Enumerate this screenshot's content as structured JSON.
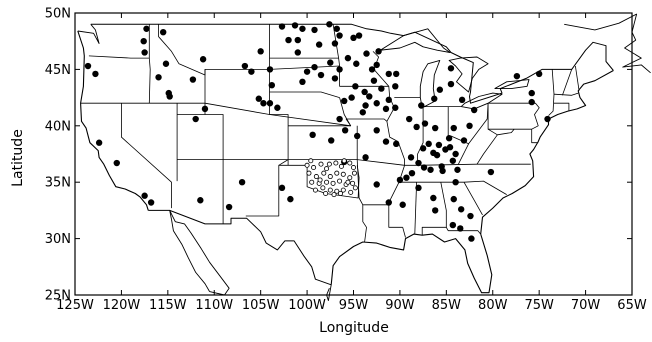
{
  "chart_data": {
    "type": "scatter",
    "xlabel": "Longitude",
    "ylabel": "Latitude",
    "xlim": [
      -125,
      -65
    ],
    "ylim": [
      25,
      50
    ],
    "xticks": [
      {
        "v": -125,
        "label": "125W"
      },
      {
        "v": -120,
        "label": "120W"
      },
      {
        "v": -115,
        "label": "115W"
      },
      {
        "v": -110,
        "label": "110W"
      },
      {
        "v": -105,
        "label": "105W"
      },
      {
        "v": -100,
        "label": "100W"
      },
      {
        "v": -95,
        "label": "95W"
      },
      {
        "v": -90,
        "label": "90W"
      },
      {
        "v": -85,
        "label": "85W"
      },
      {
        "v": -80,
        "label": "80W"
      },
      {
        "v": -75,
        "label": "75W"
      },
      {
        "v": -70,
        "label": "70W"
      },
      {
        "v": -65,
        "label": "65W"
      }
    ],
    "yticks": [
      {
        "v": 25,
        "label": "25N"
      },
      {
        "v": 30,
        "label": "30N"
      },
      {
        "v": 35,
        "label": "35N"
      },
      {
        "v": 40,
        "label": "40N"
      },
      {
        "v": 45,
        "label": "45N"
      },
      {
        "v": 50,
        "label": "50N"
      }
    ],
    "grid": false,
    "series": [
      {
        "marker": "filled",
        "points": [
          [
            -123.6,
            45.3
          ],
          [
            -122.8,
            44.6
          ],
          [
            -122.4,
            38.5
          ],
          [
            -120.5,
            36.7
          ],
          [
            -117.6,
            47.5
          ],
          [
            -117.5,
            46.5
          ],
          [
            -115.5,
            48.3
          ],
          [
            -117.3,
            48.6
          ],
          [
            -116.0,
            44.3
          ],
          [
            -115.2,
            45.5
          ],
          [
            -114.9,
            42.9
          ],
          [
            -114.8,
            42.6
          ],
          [
            -112.3,
            44.1
          ],
          [
            -111.2,
            45.9
          ],
          [
            -111.0,
            41.5
          ],
          [
            -112.0,
            40.6
          ],
          [
            -117.5,
            33.8
          ],
          [
            -116.8,
            33.2
          ],
          [
            -111.5,
            33.4
          ],
          [
            -108.4,
            32.8
          ],
          [
            -107.0,
            35.0
          ],
          [
            -106.7,
            45.3
          ],
          [
            -106.0,
            44.8
          ],
          [
            -105.0,
            46.6
          ],
          [
            -104.0,
            45.0
          ],
          [
            -105.2,
            42.4
          ],
          [
            -104.7,
            42.0
          ],
          [
            -104.0,
            42.0
          ],
          [
            -103.2,
            41.6
          ],
          [
            -103.8,
            43.6
          ],
          [
            -102.7,
            34.5
          ],
          [
            -101.8,
            33.5
          ],
          [
            -102.7,
            48.8
          ],
          [
            -102.0,
            47.6
          ],
          [
            -101.3,
            48.9
          ],
          [
            -101.0,
            47.6
          ],
          [
            -100.5,
            48.6
          ],
          [
            -99.2,
            48.5
          ],
          [
            -98.7,
            47.2
          ],
          [
            -97.6,
            49.0
          ],
          [
            -96.8,
            48.6
          ],
          [
            -97.0,
            47.3
          ],
          [
            -96.5,
            48.0
          ],
          [
            -95.0,
            47.8
          ],
          [
            -94.4,
            48.0
          ],
          [
            -101.0,
            46.5
          ],
          [
            -100.0,
            44.8
          ],
          [
            -100.5,
            43.9
          ],
          [
            -99.2,
            45.2
          ],
          [
            -98.5,
            44.5
          ],
          [
            -97.5,
            45.6
          ],
          [
            -97.0,
            44.2
          ],
          [
            -96.5,
            45.0
          ],
          [
            -95.6,
            46.0
          ],
          [
            -94.7,
            45.5
          ],
          [
            -93.6,
            46.4
          ],
          [
            -93.0,
            45.0
          ],
          [
            -92.3,
            46.6
          ],
          [
            -92.8,
            44.0
          ],
          [
            -92.5,
            45.4
          ],
          [
            -91.2,
            44.6
          ],
          [
            -90.4,
            44.6
          ],
          [
            -90.5,
            43.5
          ],
          [
            -96.0,
            42.2
          ],
          [
            -95.2,
            42.5
          ],
          [
            -94.8,
            43.5
          ],
          [
            -93.8,
            43.0
          ],
          [
            -93.3,
            42.6
          ],
          [
            -93.7,
            41.8
          ],
          [
            -94.0,
            41.2
          ],
          [
            -92.5,
            42.0
          ],
          [
            -92.0,
            43.3
          ],
          [
            -91.2,
            42.3
          ],
          [
            -91.5,
            41.5
          ],
          [
            -90.5,
            41.6
          ],
          [
            -96.5,
            40.6
          ],
          [
            -95.9,
            39.6
          ],
          [
            -94.6,
            39.1
          ],
          [
            -92.5,
            39.6
          ],
          [
            -91.5,
            38.6
          ],
          [
            -90.4,
            38.4
          ],
          [
            -97.4,
            38.7
          ],
          [
            -99.4,
            39.2
          ],
          [
            -96.0,
            36.8
          ],
          [
            -93.7,
            37.2
          ],
          [
            -92.5,
            34.8
          ],
          [
            -91.2,
            33.2
          ],
          [
            -89.7,
            33.0
          ],
          [
            -89.3,
            35.4
          ],
          [
            -90.0,
            35.2
          ],
          [
            -89.0,
            40.6
          ],
          [
            -88.2,
            39.9
          ],
          [
            -87.7,
            41.8
          ],
          [
            -86.3,
            42.4
          ],
          [
            -85.7,
            43.2
          ],
          [
            -84.5,
            43.7
          ],
          [
            -84.5,
            45.1
          ],
          [
            -83.3,
            42.3
          ],
          [
            -87.3,
            40.2
          ],
          [
            -86.2,
            39.8
          ],
          [
            -86.9,
            38.4
          ],
          [
            -87.5,
            38.0
          ],
          [
            -85.8,
            38.3
          ],
          [
            -86.0,
            37.4
          ],
          [
            -85.1,
            37.9
          ],
          [
            -84.6,
            38.1
          ],
          [
            -84.0,
            37.5
          ],
          [
            -85.5,
            36.4
          ],
          [
            -84.3,
            36.9
          ],
          [
            -83.8,
            36.1
          ],
          [
            -84.0,
            35.0
          ],
          [
            -84.7,
            38.9
          ],
          [
            -82.5,
            40.0
          ],
          [
            -82.0,
            41.4
          ],
          [
            -84.2,
            39.8
          ],
          [
            -83.1,
            38.7
          ],
          [
            -88.0,
            36.7
          ],
          [
            -87.4,
            36.3
          ],
          [
            -86.7,
            36.1
          ],
          [
            -85.4,
            36.0
          ],
          [
            -88.8,
            37.2
          ],
          [
            -86.4,
            37.6
          ],
          [
            -88.7,
            35.8
          ],
          [
            -86.4,
            33.6
          ],
          [
            -86.2,
            32.5
          ],
          [
            -88.0,
            34.5
          ],
          [
            -84.2,
            33.5
          ],
          [
            -83.4,
            32.6
          ],
          [
            -82.4,
            32.0
          ],
          [
            -84.3,
            31.2
          ],
          [
            -83.5,
            30.9
          ],
          [
            -82.3,
            30.0
          ],
          [
            -80.2,
            35.9
          ],
          [
            -77.4,
            44.4
          ],
          [
            -75.0,
            44.6
          ],
          [
            -75.8,
            42.1
          ],
          [
            -75.8,
            42.9
          ],
          [
            -74.1,
            40.6
          ]
        ]
      },
      {
        "marker": "open",
        "points": [
          [
            -100.0,
            36.5
          ],
          [
            -99.3,
            36.3
          ],
          [
            -98.5,
            36.6
          ],
          [
            -97.6,
            36.6
          ],
          [
            -96.9,
            36.7
          ],
          [
            -96.3,
            36.4
          ],
          [
            -95.4,
            36.7
          ],
          [
            -95.0,
            36.3
          ],
          [
            -99.8,
            35.8
          ],
          [
            -99.0,
            35.5
          ],
          [
            -98.2,
            35.8
          ],
          [
            -97.5,
            35.5
          ],
          [
            -96.8,
            35.8
          ],
          [
            -96.1,
            35.7
          ],
          [
            -95.4,
            35.4
          ],
          [
            -94.9,
            35.8
          ],
          [
            -99.5,
            35.0
          ],
          [
            -98.7,
            34.9
          ],
          [
            -97.9,
            35.0
          ],
          [
            -97.2,
            34.9
          ],
          [
            -96.5,
            35.1
          ],
          [
            -95.8,
            34.8
          ],
          [
            -95.1,
            34.9
          ],
          [
            -99.1,
            34.3
          ],
          [
            -98.3,
            34.5
          ],
          [
            -97.5,
            34.3
          ],
          [
            -96.8,
            34.2
          ],
          [
            -96.1,
            34.3
          ],
          [
            -95.3,
            34.1
          ],
          [
            -94.8,
            34.5
          ],
          [
            -98.0,
            34.0
          ],
          [
            -97.1,
            33.9
          ],
          [
            -96.4,
            34.0
          ],
          [
            -99.6,
            36.9
          ],
          [
            -97.9,
            36.2
          ],
          [
            -96.0,
            36.9
          ],
          [
            -98.6,
            35.2
          ],
          [
            -95.6,
            35.0
          ]
        ]
      }
    ]
  }
}
